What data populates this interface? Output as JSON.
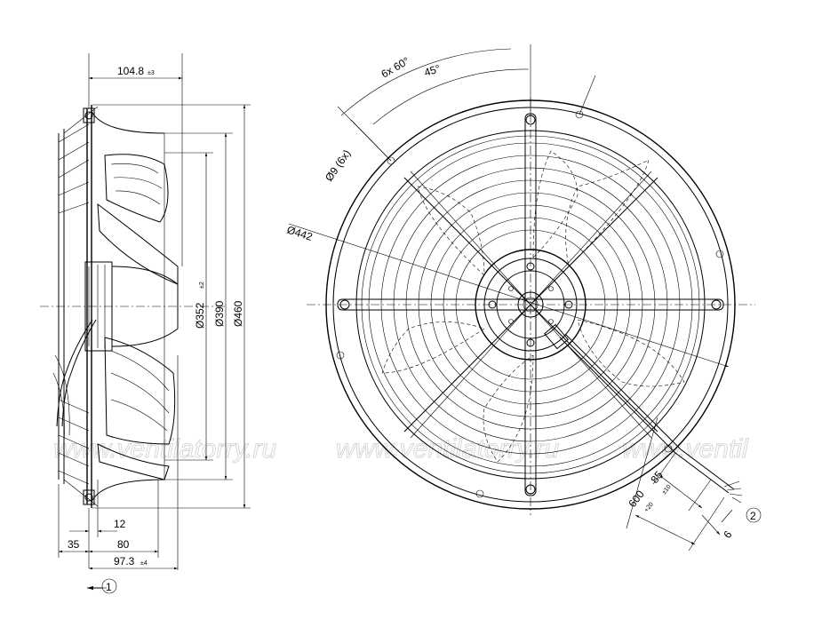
{
  "watermark": {
    "left": "www.ventilatorry.ru",
    "middle": "www.ventilatorry.ru",
    "right": "www.ventil"
  },
  "side_view": {
    "dim_depth_top": "104.8",
    "dim_depth_top_tol": "±3",
    "dim_352": "Ø352",
    "dim_352_tol": "±2",
    "dim_390": "Ø390",
    "dim_460": "Ø460",
    "dim_12": "12",
    "dim_35": "35",
    "dim_80": "80",
    "dim_97": "97.3",
    "dim_97_tol": "±4",
    "callout_1": "1"
  },
  "front_view": {
    "dim_holes_angle": "6x  60°",
    "dim_45": "45°",
    "dim_holes": "Ø9 (6x)",
    "dim_442": "Ø442",
    "dim_85": "85",
    "dim_85_tol": "±10",
    "dim_600": "600",
    "dim_600_tol": "+20",
    "dim_6": "6",
    "callout_2": "2"
  }
}
